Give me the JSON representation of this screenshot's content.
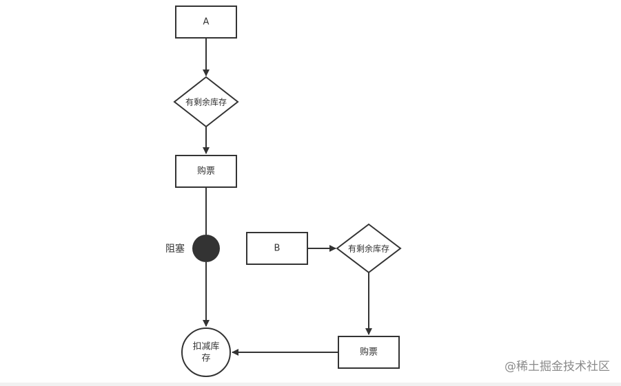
{
  "diagram": {
    "box_a": "A",
    "box_b": "B",
    "diamond_a": "有剩余库存",
    "diamond_b": "有剩余库存",
    "buy_a": "购票",
    "buy_b": "购票",
    "block_label": "阻塞",
    "deduct_line1": "扣减库",
    "deduct_line2": "存"
  },
  "watermark": "@稀土掘金技术社区",
  "colors": {
    "stroke": "#333333",
    "block_fill": "#333333",
    "text": "#333333"
  }
}
